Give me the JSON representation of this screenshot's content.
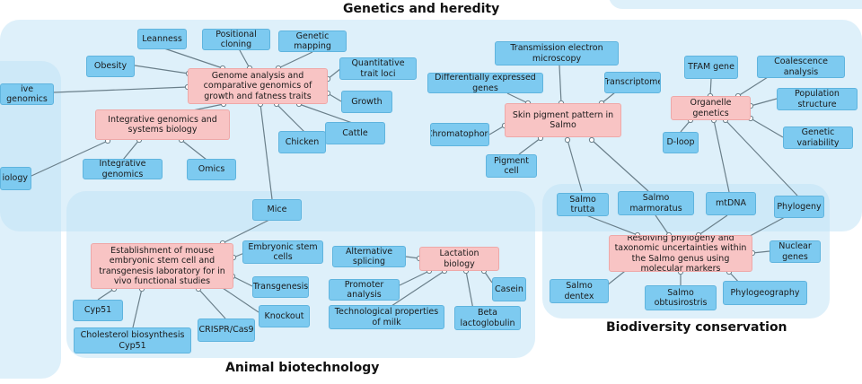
{
  "regions": {
    "genetics": "Genetics and heredity",
    "animal": "Animal biotechnology",
    "biodiversity": "Biodiversity conservation"
  },
  "nodes": {
    "genome_analysis": "Genome analysis and comparative genomics of growth and fatness traits",
    "integrative_systems": "Integrative genomics and systems biology",
    "integrative_genomics": "Integrative genomics",
    "omics": "Omics",
    "leanness": "Leanness",
    "positional_cloning": "Positional cloning",
    "genetic_mapping": "Genetic mapping",
    "obesity": "Obesity",
    "qtl": "Quantitative trait loci",
    "growth": "Growth",
    "chicken": "Chicken",
    "cattle": "Cattle",
    "comparative_genomics_partial": "ive genomics",
    "biology_partial": "iology",
    "mice": "Mice",
    "mouse_embryonic": "Establishment of mouse embryonic stem cell and transgenesis laboratory for in vivo functional studies",
    "embryonic_stem_cells": "Embryonic stem cells",
    "transgenesis": "Transgenesis",
    "knockout": "Knockout",
    "crispr": "CRISPR/Cas9",
    "cyp51": "Cyp51",
    "cholesterol": "Cholesterol biosynthesis Cyp51",
    "alt_splicing": "Alternative  splicing",
    "lactation": "Lactation biology",
    "promoter": "Promoter analysis",
    "casein": "Casein",
    "tech_milk": "Technological properties of milk",
    "beta_lacto": "Beta lactoglobulin",
    "tem": "Transmission electron microscopy",
    "deg": "Differentially expressed genes",
    "transcriptome": "Transcriptome",
    "skin_pigment": "Skin pigment pattern in Salmo",
    "chromatophore": "Chromatophore",
    "pigment_cell": "Pigment cell",
    "tfam": "TFAM gene",
    "coalescence": "Coalescence analysis",
    "population_structure": "Population  structure",
    "organelle": "Organelle genetics",
    "dloop": "D-loop",
    "genetic_variability": "Genetic variability",
    "salmo_trutta": "Salmo trutta",
    "salmo_marmoratus": "Salmo marmoratus",
    "mtdna": "mtDNA",
    "phylogeny": "Phylogeny",
    "resolving": "Resolving phylogeny and taxonomic uncertainties within the Salmo genus using molecular markers",
    "nuclear_genes": "Nuclear genes",
    "salmo_dentex": "Salmo dentex",
    "salmo_obtusirostris": "Salmo obtusirostris",
    "phylogeography": "Phylogeography"
  }
}
